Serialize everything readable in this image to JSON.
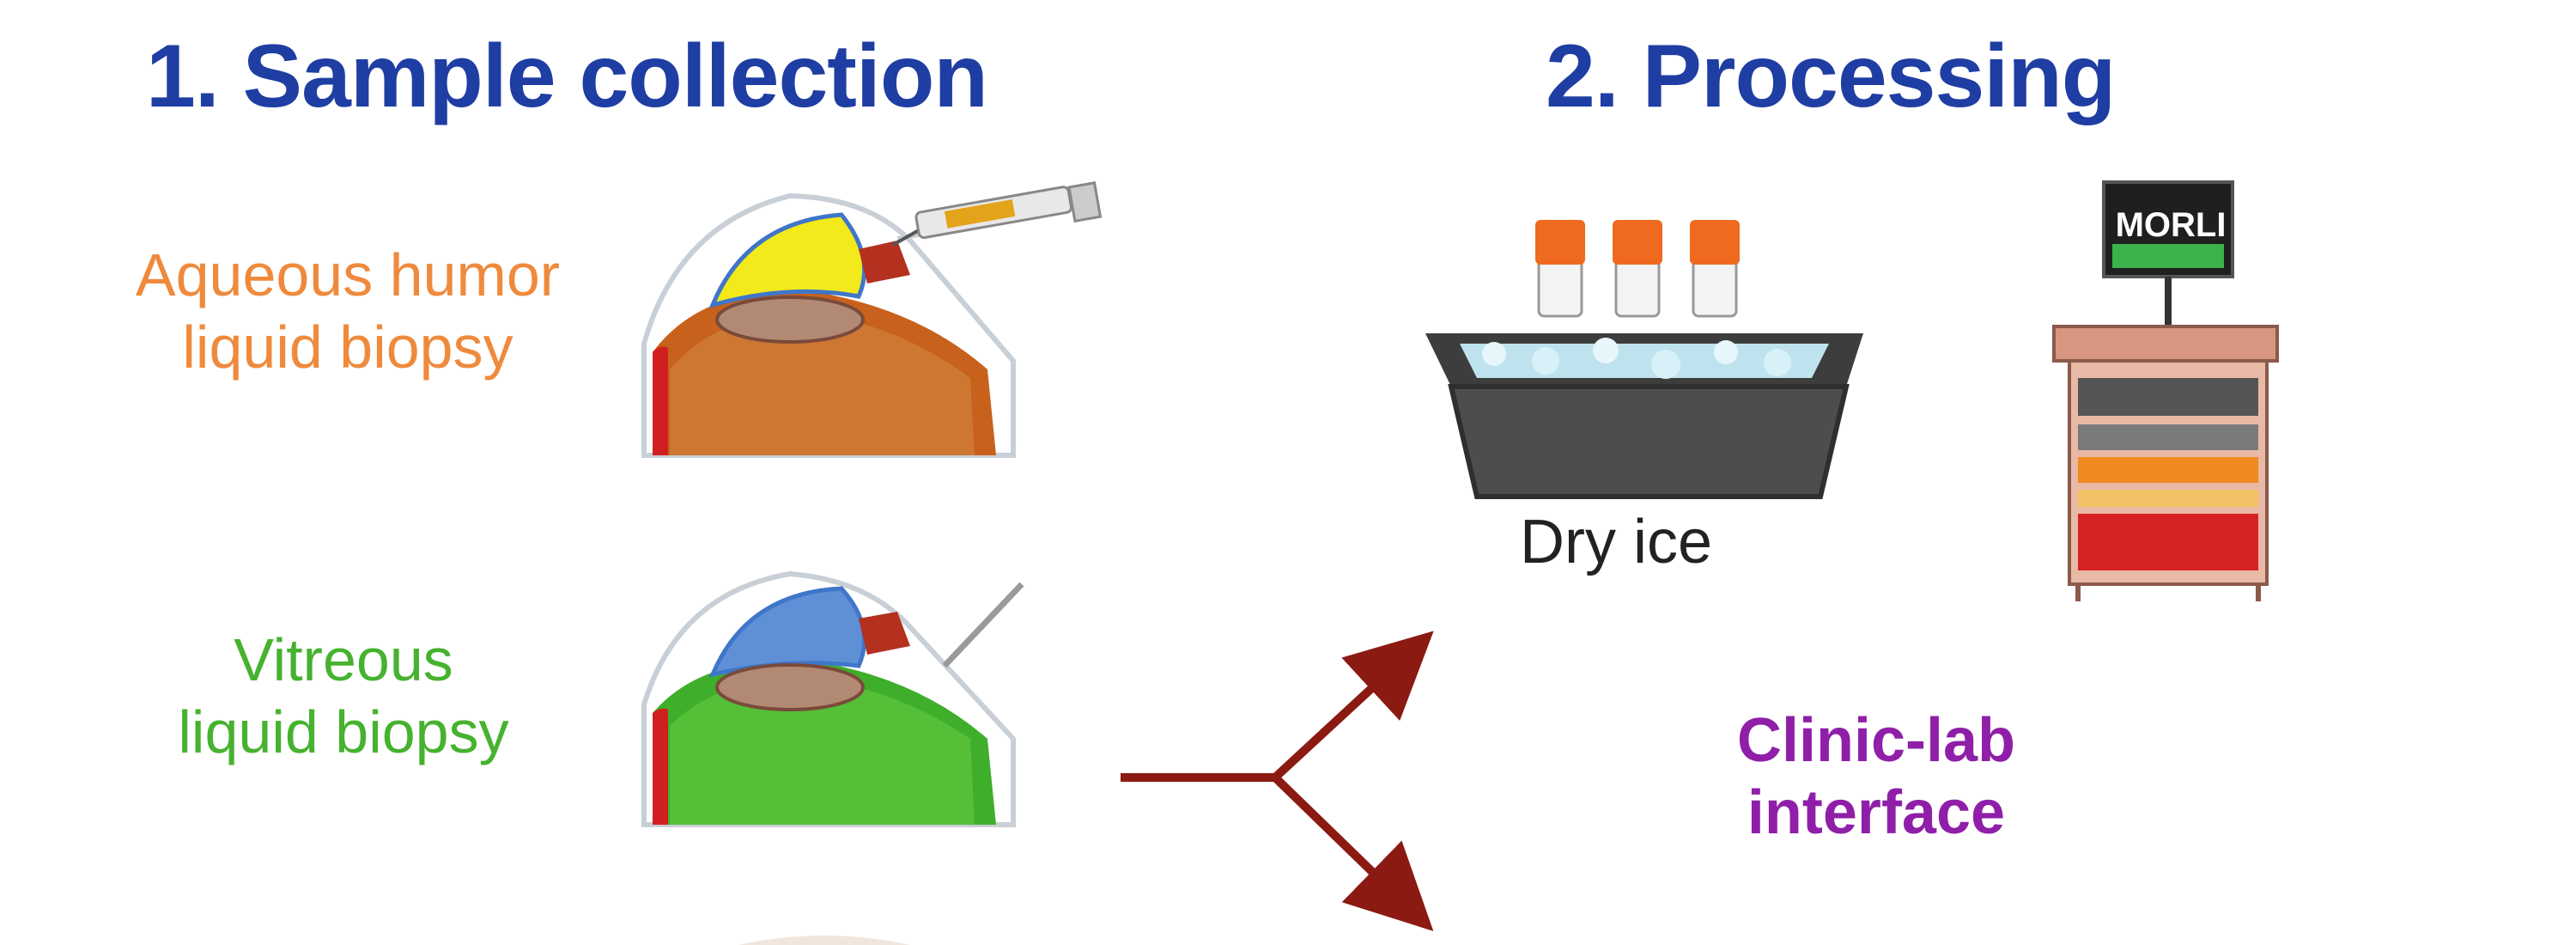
{
  "headings": {
    "collection": "1. Sample collection",
    "processing": "2. Processing"
  },
  "samples": {
    "aqueous": {
      "line1": "Aqueous humor",
      "line2": "liquid biopsy"
    },
    "vitreous": {
      "line1": "Vitreous",
      "line2": "liquid biopsy"
    }
  },
  "processing": {
    "dry_ice": "Dry ice",
    "instrument_screen": "MORLI",
    "interface_line1": "Clinic-lab",
    "interface_line2": "interface"
  },
  "colors": {
    "heading": "#1f3ea3",
    "aqueous": "#ef8a3d",
    "vitreous": "#46b22f",
    "interface": "#8f1fa8",
    "arrow": "#8b1a12"
  }
}
